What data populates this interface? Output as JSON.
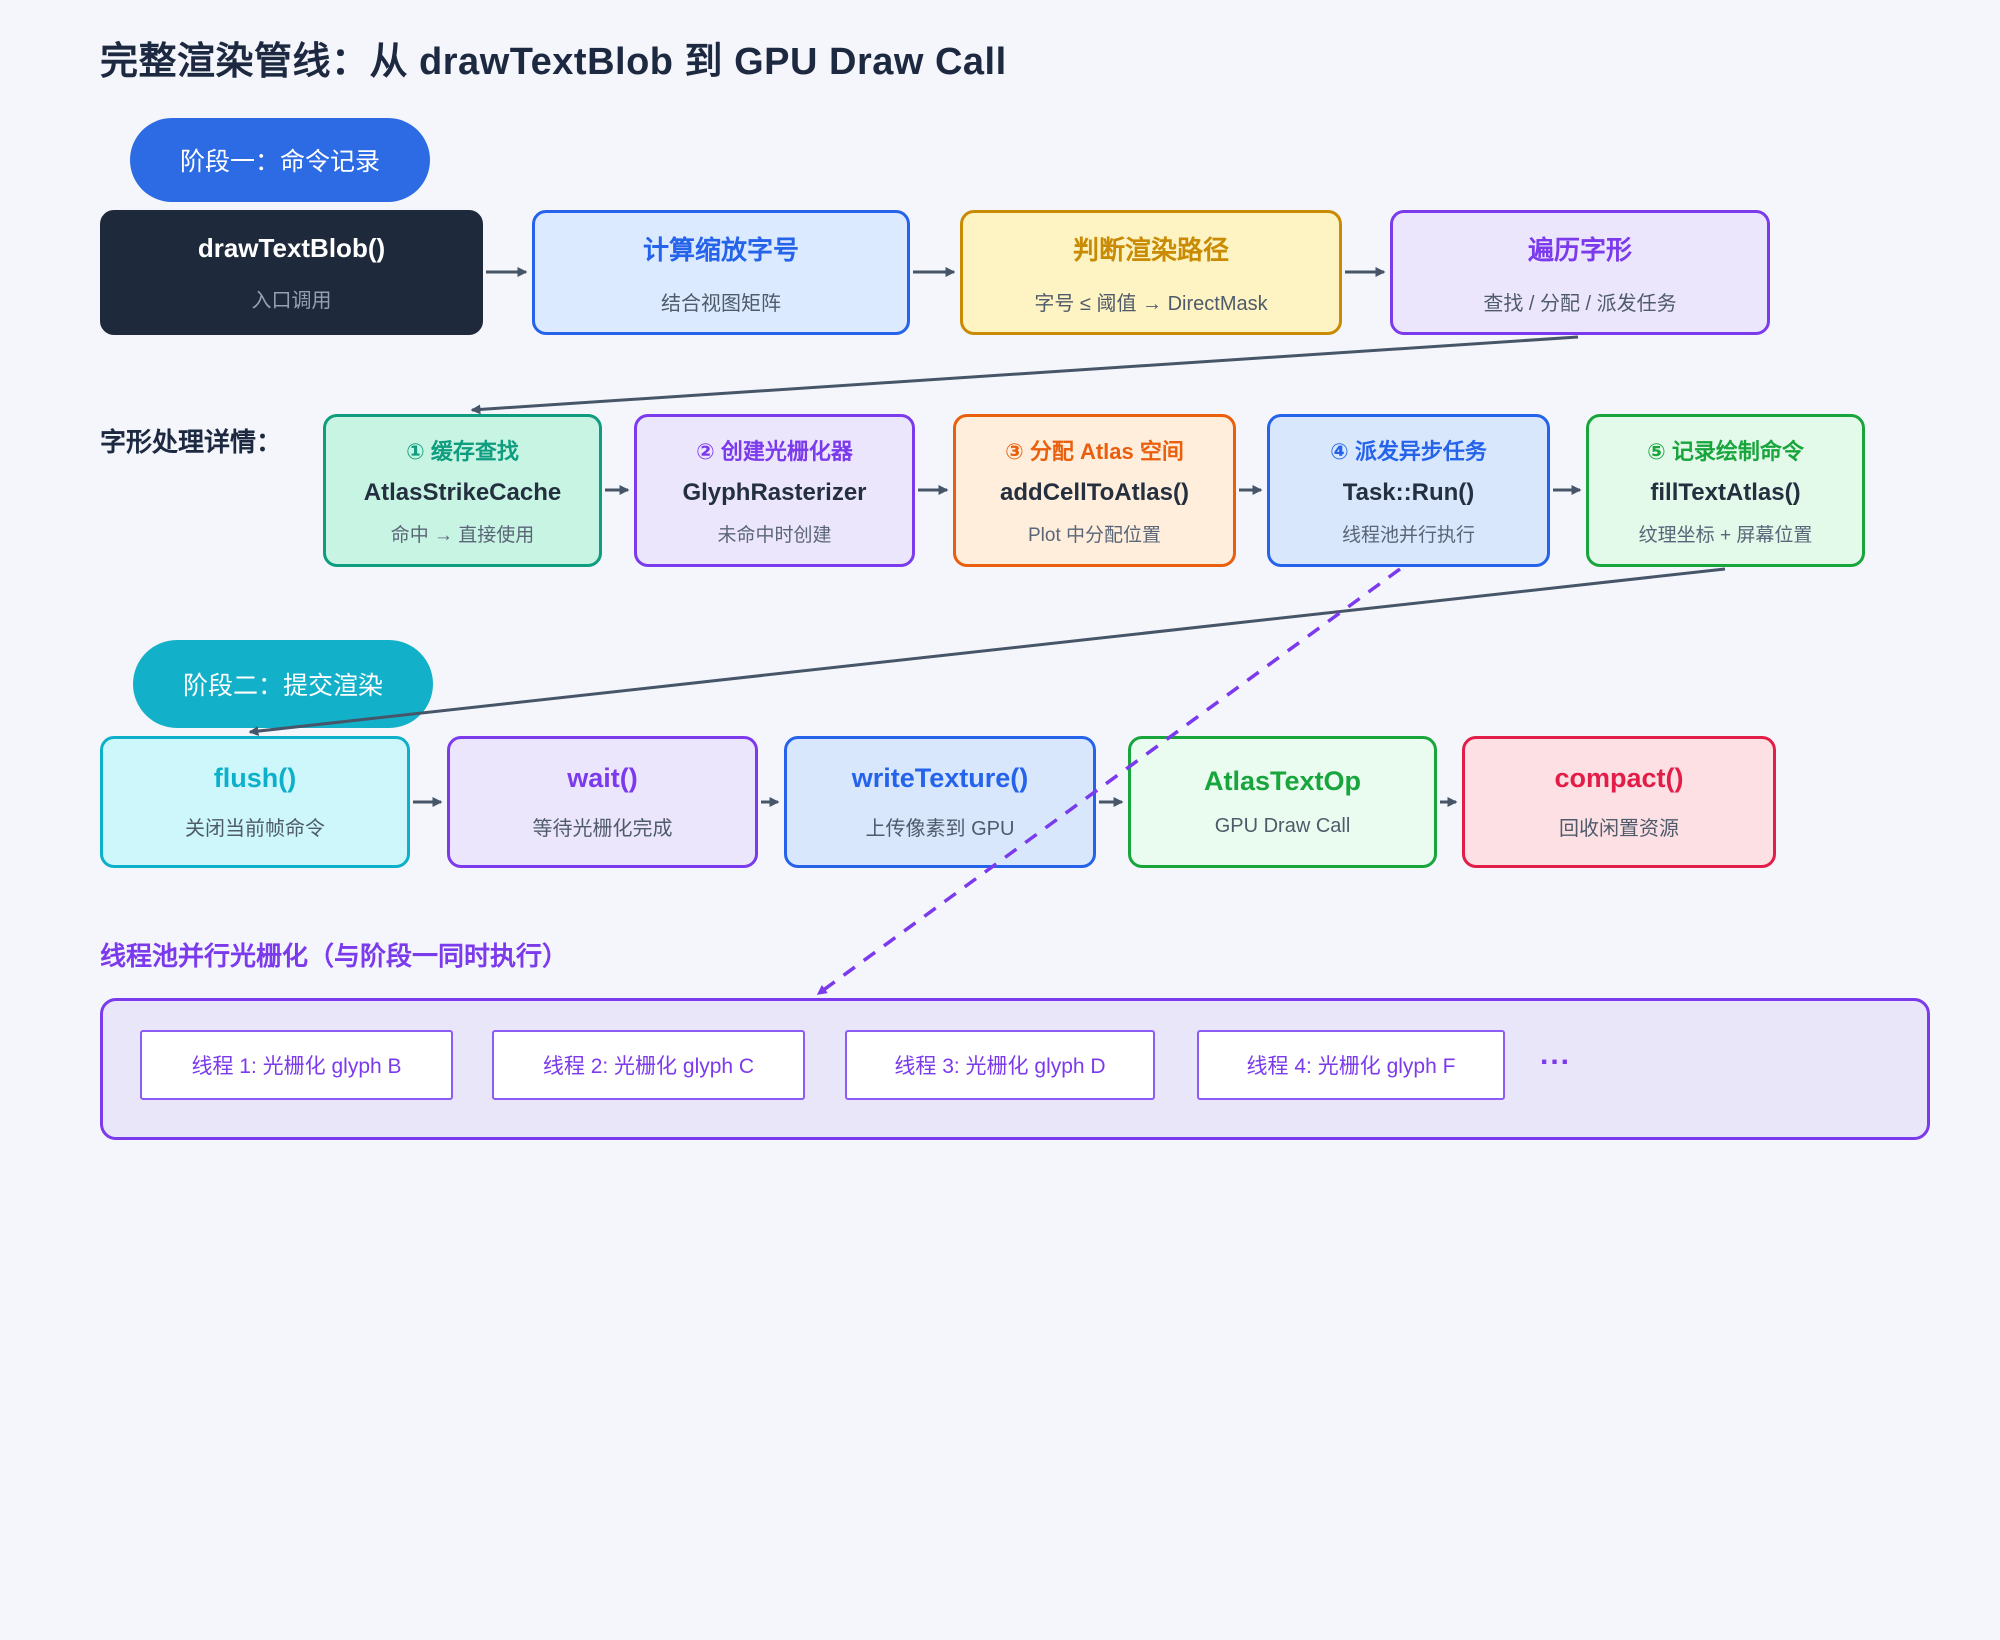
{
  "title": "完整渲染管线：从 drawTextBlob 到 GPU Draw Call",
  "stage1": {
    "badge": "阶段一：命令记录"
  },
  "stage2": {
    "badge": "阶段二：提交渲染"
  },
  "labels": {
    "glyph_detail": "字形处理详情：",
    "thread_pool": "线程池并行光栅化（与阶段一同时执行）",
    "ellipsis": "..."
  },
  "row1": [
    {
      "title": "drawTextBlob()",
      "subtitle": "入口调用",
      "bg": "#1e293b",
      "border": "#1e293b",
      "accent": "#ffffff"
    },
    {
      "title": "计算缩放字号",
      "subtitle": "结合视图矩阵",
      "bg": "#dbeafe",
      "border": "#2563eb",
      "accent": "#2563eb"
    },
    {
      "title": "判断渲染路径",
      "subtitle": "字号 ≤ 阈值 → DirectMask",
      "bg": "#fdf3c3",
      "border": "#c98a04",
      "accent": "#c98a04"
    },
    {
      "title": "遍历字形",
      "subtitle": "查找 / 分配 / 派发任务",
      "bg": "#ece6fc",
      "border": "#7c3aed",
      "accent": "#7c3aed"
    }
  ],
  "row2": [
    {
      "step": "① 缓存查找",
      "code": "AtlasStrikeCache",
      "note": "命中 → 直接使用",
      "bg": "#c8f4e3",
      "border": "#0f9d7f",
      "accent": "#0f9d7f"
    },
    {
      "step": "② 创建光栅化器",
      "code": "GlyphRasterizer",
      "note": "未命中时创建",
      "bg": "#ece6fc",
      "border": "#7c3aed",
      "accent": "#7c3aed"
    },
    {
      "step": "③ 分配 Atlas 空间",
      "code": "addCellToAtlas()",
      "note": "Plot 中分配位置",
      "bg": "#ffeedb",
      "border": "#e95f0d",
      "accent": "#e95f0d"
    },
    {
      "step": "④ 派发异步任务",
      "code": "Task::Run()",
      "note": "线程池并行执行",
      "bg": "#d8e7fc",
      "border": "#2563eb",
      "accent": "#2563eb"
    },
    {
      "step": "⑤ 记录绘制命令",
      "code": "fillTextAtlas()",
      "note": "纹理坐标 + 屏幕位置",
      "bg": "#e3f9ea",
      "border": "#18a53c",
      "accent": "#18a53c"
    }
  ],
  "row3": [
    {
      "title": "flush()",
      "subtitle": "关闭当前帧命令",
      "bg": "#cdf7fb",
      "border": "#0cb1c9",
      "accent": "#0cb1c9"
    },
    {
      "title": "wait()",
      "subtitle": "等待光栅化完成",
      "bg": "#ece6fc",
      "border": "#7c3aed",
      "accent": "#7c3aed"
    },
    {
      "title": "writeTexture()",
      "subtitle": "上传像素到 GPU",
      "bg": "#d8e7fc",
      "border": "#2563eb",
      "accent": "#2563eb"
    },
    {
      "title": "AtlasTextOp",
      "subtitle": "GPU Draw Call",
      "bg": "#eafbef",
      "border": "#17a53c",
      "accent": "#17a53c"
    },
    {
      "title": "compact()",
      "subtitle": "回收闲置资源",
      "bg": "#fce0e4",
      "border": "#e21d48",
      "accent": "#e21d48"
    }
  ],
  "threads": [
    {
      "label": "线程 1: 光栅化 glyph B"
    },
    {
      "label": "线程 2: 光栅化 glyph C"
    },
    {
      "label": "线程 3: 光栅化 glyph D"
    },
    {
      "label": "线程 4: 光栅化 glyph F"
    }
  ],
  "palette": {
    "page_bg": "#f5f6fb",
    "title_color": "#1c2940",
    "stage1_badge_bg": "#2d6be4",
    "stage2_badge_bg": "#13b0ca",
    "arrow_color": "#475569",
    "dashed_arrow_color": "#7c3aed",
    "thread_container_bg": "#eae6fa",
    "thread_container_border": "#7c3aed",
    "muted_text": "#5a6678"
  }
}
